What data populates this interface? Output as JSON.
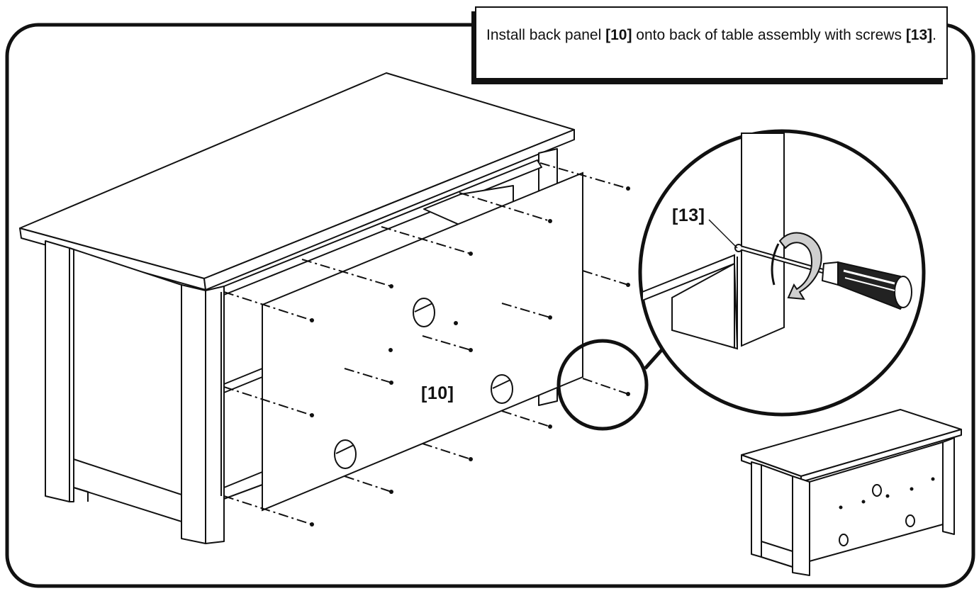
{
  "instruction": {
    "text_before_part": "Install back panel ",
    "panel_part_ref": "[10]",
    "text_between": " onto back of table assembly with screws ",
    "screw_part_ref": "[13]",
    "text_after": "."
  },
  "labels": {
    "back_panel": "[10]",
    "screw": "[13]"
  },
  "colors": {
    "line": "#111111",
    "background": "#ffffff",
    "arrow_fill": "#cfcfcf"
  }
}
